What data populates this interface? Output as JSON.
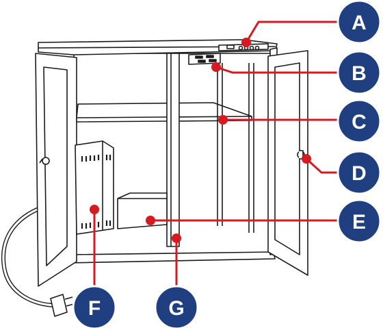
{
  "colors": {
    "badge": "#1f3f80",
    "badge_ring": "#ffffff",
    "leader": "#d71920",
    "dot": "#d71920",
    "line_art": "#1a1a1a"
  },
  "callouts": [
    {
      "id": "A",
      "letter": "A",
      "target": "control-panel"
    },
    {
      "id": "B",
      "letter": "B",
      "target": "outlet-strip"
    },
    {
      "id": "C",
      "letter": "C",
      "target": "shelf"
    },
    {
      "id": "D",
      "letter": "D",
      "target": "door-lock"
    },
    {
      "id": "E",
      "letter": "E",
      "target": "base-unit"
    },
    {
      "id": "F",
      "letter": "F",
      "target": "power-supply"
    },
    {
      "id": "G",
      "letter": "G",
      "target": "center-divider"
    }
  ]
}
